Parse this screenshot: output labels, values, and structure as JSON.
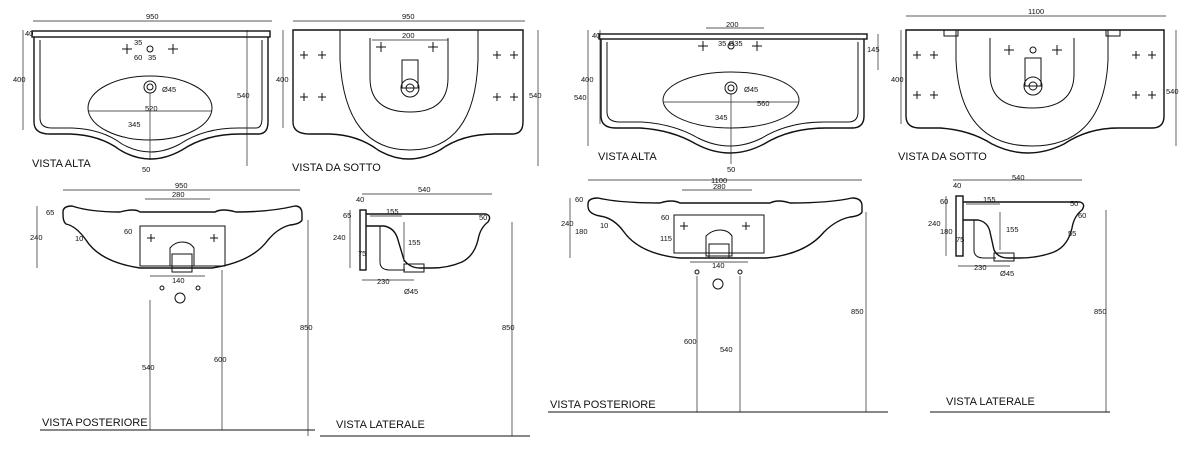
{
  "view_labels": {
    "top": "VISTA ALTA",
    "bottom": "VISTA DA SOTTO",
    "rear": "VISTA POSTERIORE",
    "side": "VISTA LATERALE"
  },
  "left_set": {
    "top": {
      "w": "950",
      "d1": "40",
      "d2": "400",
      "d3": "540",
      "hole1": "35",
      "hole2": "60",
      "hole3": "35",
      "dia": "Ø45",
      "w2": "520",
      "c": "345",
      "b": "50"
    },
    "bottom": {
      "w": "950",
      "w2": "200",
      "d1": "400",
      "d2": "540"
    },
    "rear": {
      "w": "950",
      "w2": "280",
      "h1": "65",
      "h2": "240",
      "h3": "60",
      "h4": "10",
      "w3": "140",
      "p1": "540",
      "p2": "600",
      "p3": "850"
    },
    "side": {
      "w": "540",
      "h1": "40",
      "h2": "65",
      "h3": "240",
      "w2": "155",
      "h4": "155",
      "r": "50",
      "w3": "75",
      "w4": "230",
      "dia": "Ø45",
      "h5": "850"
    }
  },
  "right_set": {
    "top": {
      "w2": "200",
      "d1": "40",
      "holes": "35 Ø35",
      "d2": "145",
      "d3": "400",
      "d4": "540",
      "dia": "Ø45",
      "w3": "560",
      "c": "345",
      "b": "50"
    },
    "bottom": {
      "w": "1100",
      "d1": "400",
      "d2": "540"
    },
    "rear": {
      "w": "1100",
      "w2": "280",
      "h1": "60",
      "h2": "180",
      "h3": "240",
      "h4": "60",
      "h5": "115",
      "h6": "10",
      "w3": "140",
      "p1": "600",
      "p2": "540",
      "p3": "850"
    },
    "side": {
      "w": "540",
      "h1": "40",
      "h2": "60",
      "h3": "240",
      "h4": "180",
      "w2": "155",
      "h5": "155",
      "r1": "50",
      "r2": "60",
      "r3": "55",
      "w3": "75",
      "w4": "230",
      "dia": "Ø45",
      "h6": "850"
    }
  }
}
